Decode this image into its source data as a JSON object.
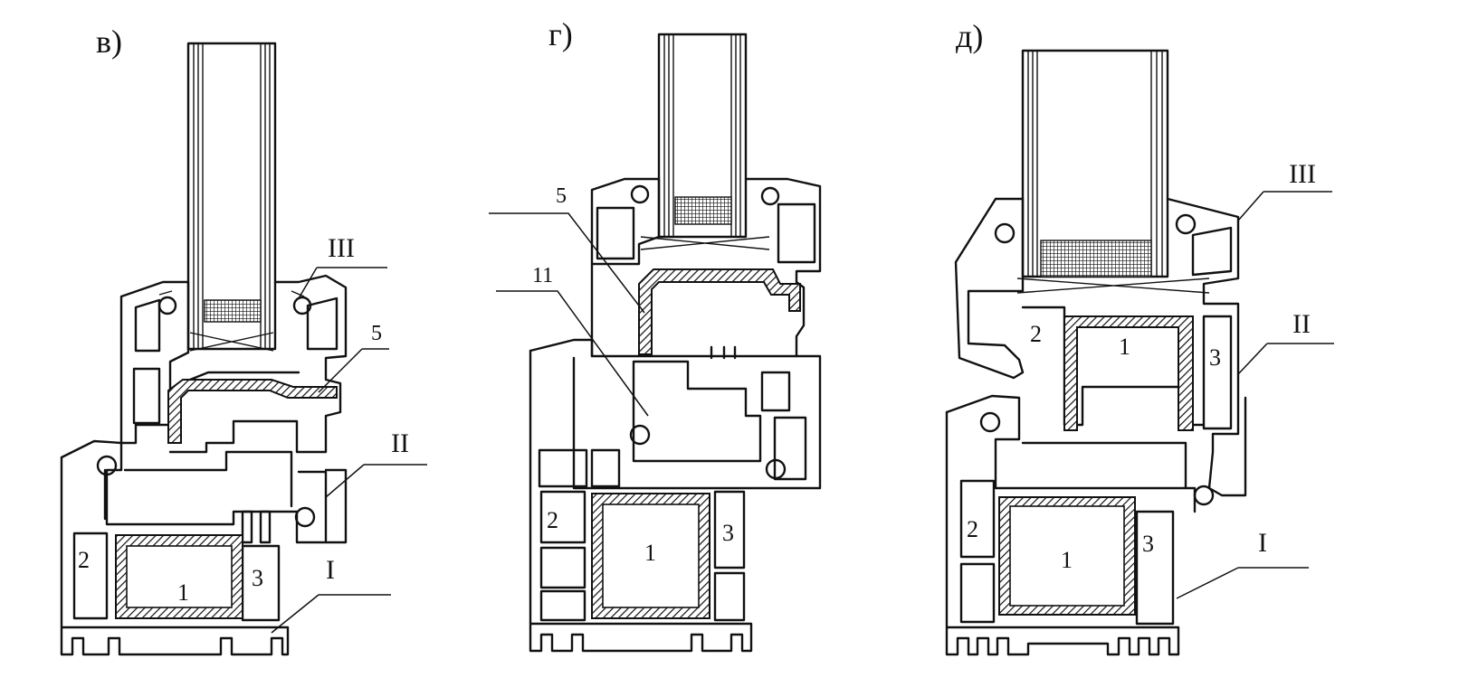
{
  "colors": {
    "ink": "#111111",
    "paper": "#ffffff"
  },
  "panels": [
    {
      "id": "v",
      "label": "в)",
      "numbers": {
        "core": "1",
        "left": "2",
        "right": "3"
      },
      "callouts": [
        "III",
        "5",
        "II",
        "I"
      ]
    },
    {
      "id": "g",
      "label": "г)",
      "numbers": {
        "core": "1",
        "left": "2",
        "right": "3"
      },
      "callouts": [
        "5",
        "11"
      ]
    },
    {
      "id": "d",
      "label": "д)",
      "numbers": {
        "core_top": "1",
        "core_bottom": "1",
        "left_top": "2",
        "left_bottom": "2",
        "right_top": "3",
        "right_bottom": "3"
      },
      "callouts": [
        "III",
        "II",
        "I"
      ]
    }
  ]
}
